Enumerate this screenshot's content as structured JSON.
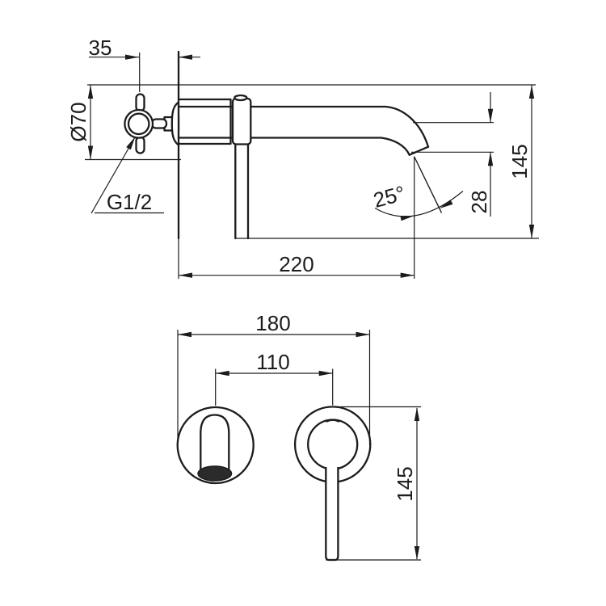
{
  "drawing": {
    "subject": "wall-mounted basin mixer tap dimension drawing",
    "colors": {
      "line": "#1c1c1c",
      "background": "#ffffff",
      "outlet_fill": "#2b2b2b"
    },
    "side_view": {
      "offset_depth": "35",
      "escutcheon_diameter": "Ø70",
      "thread_size": "G1/2",
      "spout_reach": "220",
      "overall_height": "145",
      "outlet_drop": "28",
      "outlet_angle": "25°"
    },
    "front_view": {
      "overall_width": "180",
      "hole_centres": "110",
      "lever_height": "145"
    }
  }
}
